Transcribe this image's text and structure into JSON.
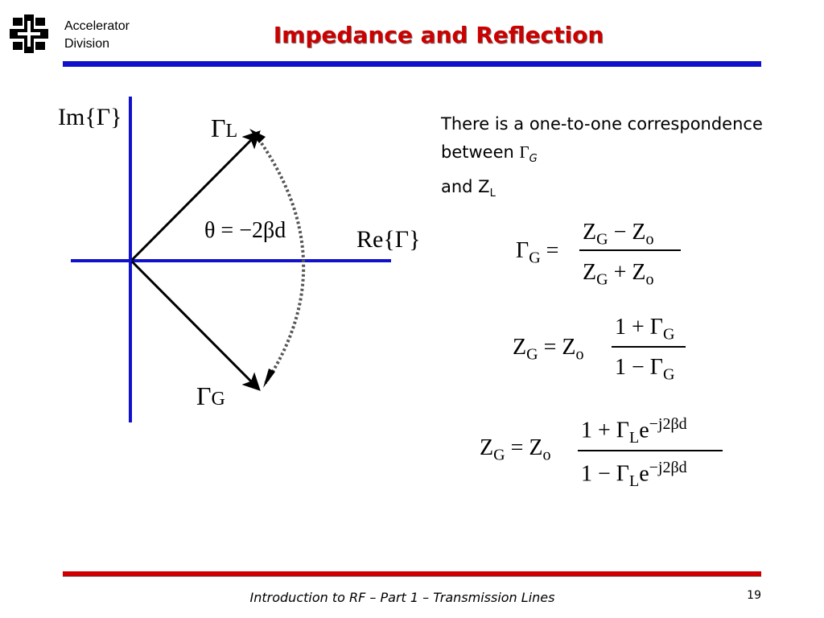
{
  "header": {
    "org_line1": "Accelerator",
    "org_line2": "Division",
    "title": "Impedance and Reflection",
    "accent_blue": "#1111cc",
    "accent_red": "#cc0000"
  },
  "diagram": {
    "im_label": "Im{Γ}",
    "re_label": "Re{Γ}",
    "gamma_l_label": "Γ",
    "gamma_l_sub": "L",
    "gamma_g_label": "Γ",
    "gamma_g_sub": "G",
    "theta_label": "θ = −2βd"
  },
  "text": {
    "desc_part1": "There is a one-to-one correspondence between ",
    "desc_gamma": "Γ",
    "desc_g_sub": "G",
    "desc_part2": "and Z",
    "desc_l_sub": "L"
  },
  "equations": {
    "eq1_lhs": "Γ",
    "eq1_lhs_sub": "G",
    "eq1_eq": "=",
    "eq1_num": "Z",
    "eq1_num_sub1": "G",
    "eq1_num_op": " − Z",
    "eq1_num_sub2": "o",
    "eq1_den": "Z",
    "eq1_den_sub1": "G",
    "eq1_den_op": " + Z",
    "eq1_den_sub2": "o",
    "eq2_lhs": "Z",
    "eq2_lhs_sub": "G",
    "eq2_mid": " = Z",
    "eq2_mid_sub": "o",
    "eq2_num": "1 + Γ",
    "eq2_num_sub": "G",
    "eq2_den": "1 − Γ",
    "eq2_den_sub": "G",
    "eq3_lhs": "Z",
    "eq3_lhs_sub": "G",
    "eq3_mid": " = Z",
    "eq3_mid_sub": "o",
    "eq3_num": "1 + Γ",
    "eq3_num_sub": "L",
    "eq3_num_e": "e",
    "eq3_num_exp": "−j2βd",
    "eq3_den": "1 − Γ",
    "eq3_den_sub": "L",
    "eq3_den_e": "e",
    "eq3_den_exp": "−j2βd"
  },
  "footer": {
    "text": "Introduction to RF – Part 1 – Transmission Lines",
    "page_number": "19"
  }
}
